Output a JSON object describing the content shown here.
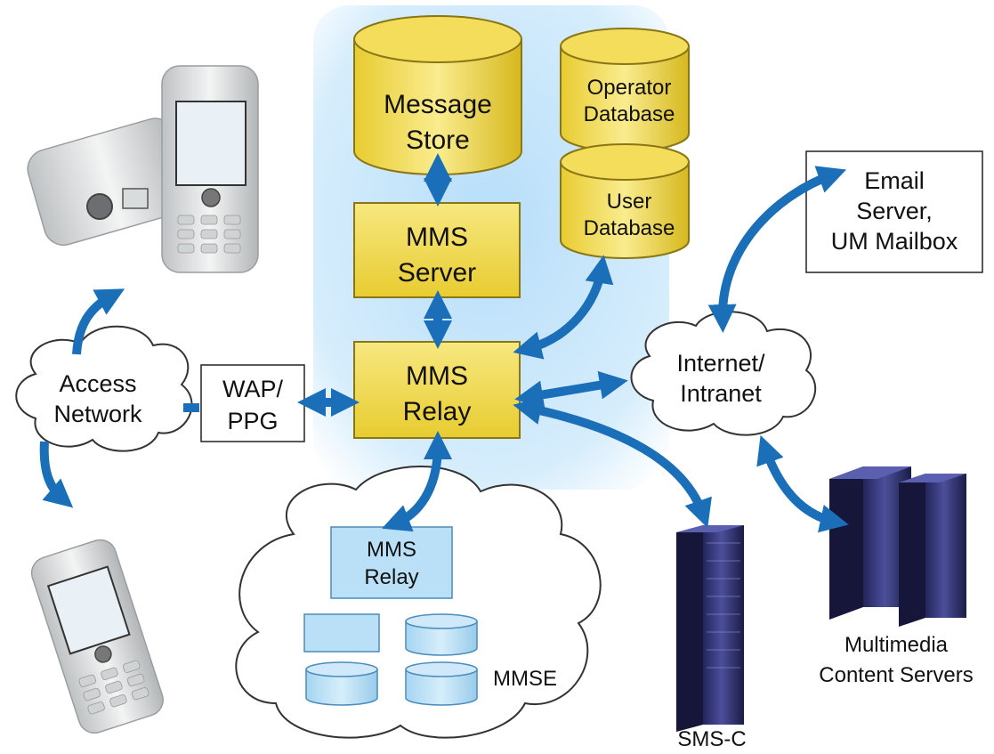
{
  "colors": {
    "background": "#ffffff",
    "core_panel": "#cfe9fb",
    "node_fill": "#f2dc52",
    "node_stroke": "#7a6a10",
    "arrow": "#1a6fb8",
    "mmse_box": "#b9e0f6",
    "cloud_stroke": "#333333"
  },
  "nodes": {
    "message_store": [
      "Message",
      "Store"
    ],
    "operator_db": [
      "Operator",
      "Database"
    ],
    "user_db": [
      "User",
      "Database"
    ],
    "mms_server": [
      "MMS",
      "Server"
    ],
    "mms_relay": [
      "MMS",
      "Relay"
    ],
    "wap_ppg": [
      "WAP/",
      "PPG"
    ],
    "access_network": [
      "Access",
      "Network"
    ],
    "internet": [
      "Internet/",
      "Intranet"
    ],
    "email_server": [
      "Email",
      "Server,",
      "UM Mailbox"
    ],
    "mmse_relay": [
      "MMS",
      "Relay"
    ],
    "mmse_label": "MMSE",
    "smsc_label": "SMS-C",
    "content_servers": [
      "Multimedia",
      "Content Servers"
    ]
  },
  "icons": [
    "phone-icon",
    "server-tower-icon",
    "database-icon",
    "cloud-icon"
  ]
}
